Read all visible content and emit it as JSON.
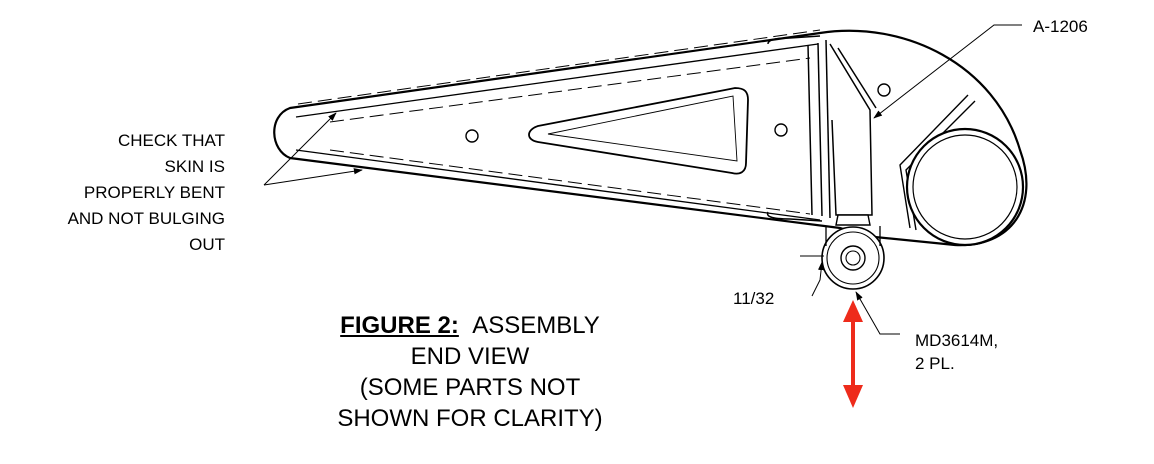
{
  "labels": {
    "part_number": "A-1206",
    "dimension": "11/32",
    "fastener_line1": "MD3614M,",
    "fastener_line2": "2 PL.",
    "check_note": [
      "CHECK THAT",
      "SKIN IS",
      "PROPERLY BENT",
      "AND NOT BULGING",
      "OUT"
    ]
  },
  "caption": {
    "figure_key": "FIGURE 2:",
    "title_rest": "ASSEMBLY",
    "lines": [
      "END VIEW",
      "(SOME PARTS NOT",
      "SHOWN FOR CLARITY)"
    ]
  },
  "colors": {
    "ink": "#000000",
    "arrow": "#ee2b1b",
    "fill": "#ffffff"
  }
}
